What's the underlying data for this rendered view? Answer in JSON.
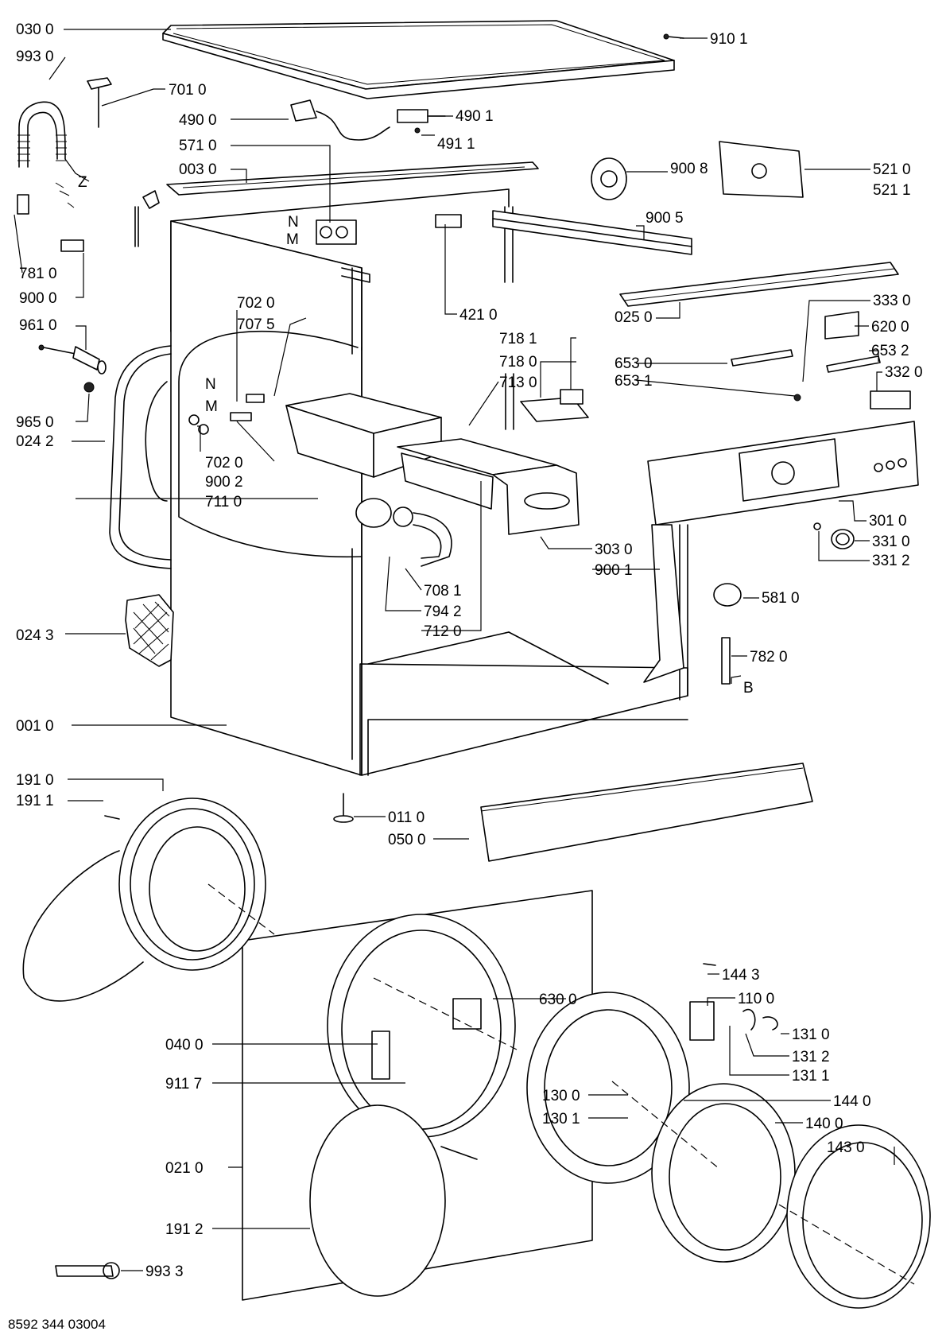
{
  "labels": {
    "l_0300": "030 0",
    "l_9930": "993 0",
    "l_7010": "701 0",
    "l_4900": "490 0",
    "l_5710": "571 0",
    "l_0030": "003 0",
    "l_Z": "Z",
    "l_N1": "N",
    "l_M1": "M",
    "l_7810": "781 0",
    "l_9000": "900 0",
    "l_9610": "961 0",
    "l_7020a": "702 0",
    "l_7075": "707 5",
    "l_N2": "N",
    "l_M2": "M",
    "l_9650": "965 0",
    "l_0242": "024 2",
    "l_7020b": "702 0",
    "l_9002": "900 2",
    "l_7110": "711 0",
    "l_0243": "024 3",
    "l_0010": "001 0",
    "l_9101": "910 1",
    "l_4901": "490 1",
    "l_4911": "491 1",
    "l_9008": "900 8",
    "l_5210": "521 0",
    "l_5211": "521 1",
    "l_9005": "900 5",
    "l_4210": "421 0",
    "l_3330": "333 0",
    "l_0250": "025 0",
    "l_6200": "620 0",
    "l_7181": "718 1",
    "l_7180": "718 0",
    "l_7130": "713 0",
    "l_6530": "653 0",
    "l_6532": "653 2",
    "l_6531": "653 1",
    "l_3320": "332 0",
    "l_3010": "301 0",
    "l_3310": "331 0",
    "l_3312": "331 2",
    "l_3030": "303 0",
    "l_9001": "900 1",
    "l_5810": "581 0",
    "l_7081": "708 1",
    "l_7942": "794 2",
    "l_7120": "712 0",
    "l_7820": "782 0",
    "l_B": "B",
    "l_1910": "191 0",
    "l_1911": "191 1",
    "l_0110": "011 0",
    "l_0500": "050 0",
    "l_1443": "144 3",
    "l_1100": "110 0",
    "l_6300": "630 0",
    "l_1310": "131 0",
    "l_1312": "131 2",
    "l_0400": "040 0",
    "l_1311": "131 1",
    "l_9117": "911 7",
    "l_1300": "130 0",
    "l_1440": "144 0",
    "l_1301": "130 1",
    "l_1400": "140 0",
    "l_1430": "143 0",
    "l_0210": "021 0",
    "l_1912": "191 2",
    "l_9933": "993 3"
  },
  "document_number": "8592 344 03004"
}
